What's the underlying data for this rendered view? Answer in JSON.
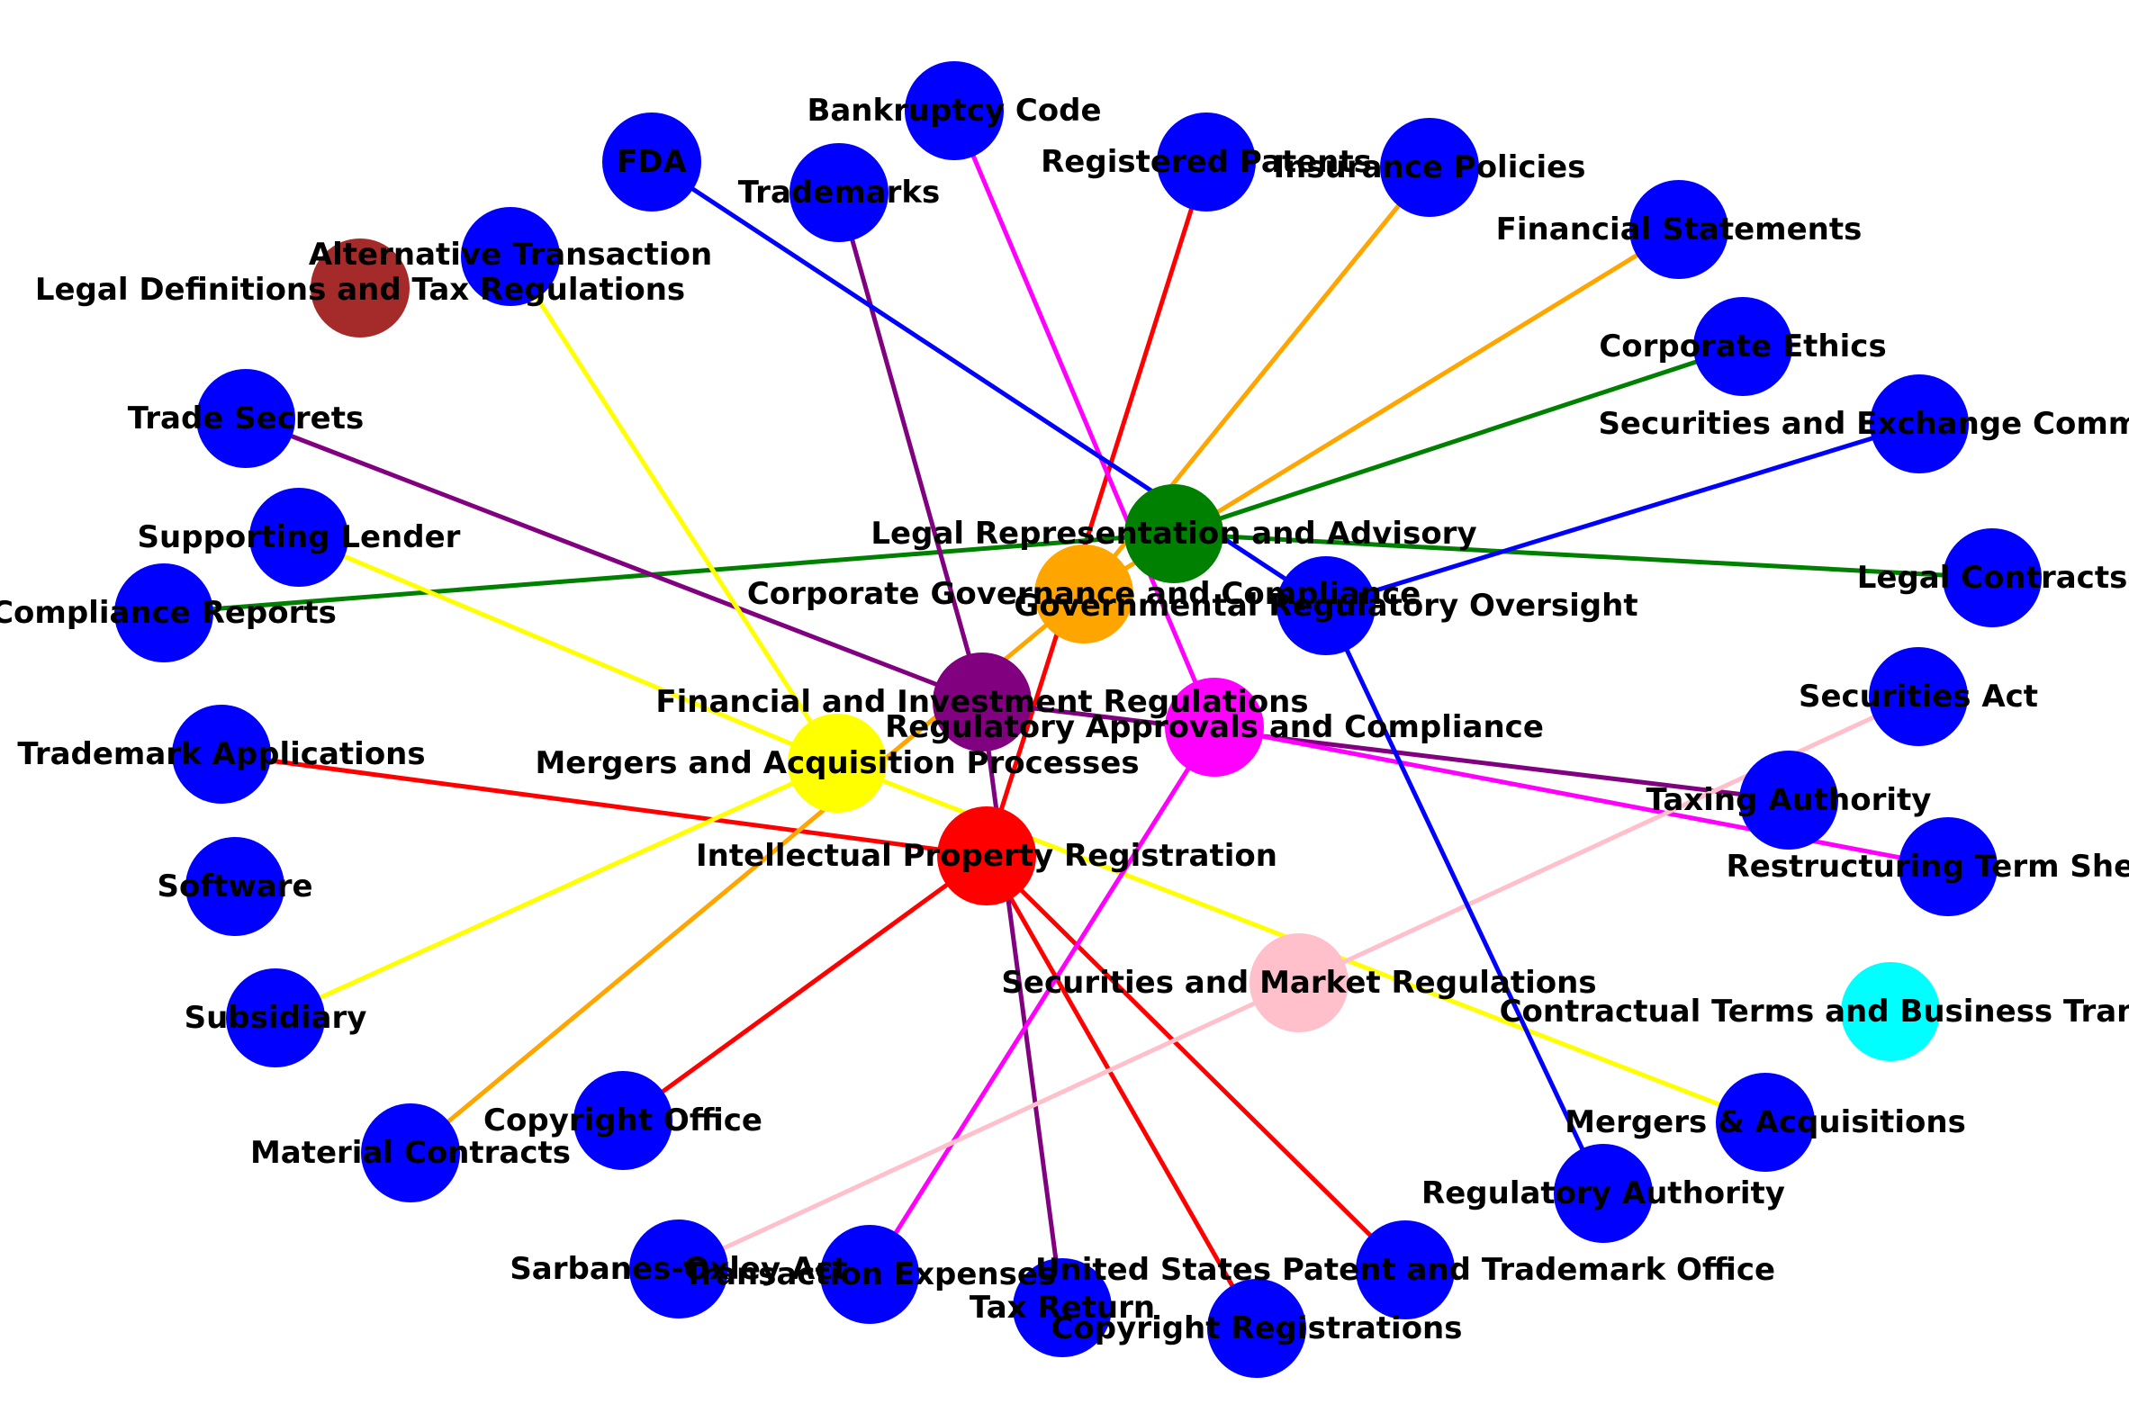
{
  "colors": {
    "red": "#ff0000",
    "green": "#008000",
    "orange": "#ffa500",
    "purple": "#800080",
    "yellow": "#ffff00",
    "magenta": "#ff00ff",
    "pink": "#ffc0cb",
    "blue": "#0000ff",
    "brown": "#a52a2a",
    "cyan": "#00ffff"
  },
  "nodes": [
    {
      "id": "ipr",
      "label": "Intellectual Property Registration",
      "color": "red"
    },
    {
      "id": "lra",
      "label": "Legal Representation and Advisory",
      "color": "green"
    },
    {
      "id": "cgc",
      "label": "Corporate Governance and Compliance",
      "color": "orange"
    },
    {
      "id": "fir",
      "label": "Financial and Investment Regulations",
      "color": "purple"
    },
    {
      "id": "maa",
      "label": "Mergers and Acquisition Processes",
      "color": "yellow"
    },
    {
      "id": "rac",
      "label": "Regulatory Approvals and Compliance",
      "color": "magenta"
    },
    {
      "id": "smr",
      "label": "Securities and Market Regulations",
      "color": "pink"
    },
    {
      "id": "gro",
      "label": "Governmental Regulatory Oversight",
      "color": "blue"
    },
    {
      "id": "ldt",
      "label": "Legal Definitions and Tax Regulations",
      "color": "brown"
    },
    {
      "id": "ctb",
      "label": "Contractual Terms and Business Transactions",
      "color": "cyan"
    },
    {
      "id": "fda",
      "label": "FDA",
      "color": "blue"
    },
    {
      "id": "bankruptcy",
      "label": "Bankruptcy Code",
      "color": "blue"
    },
    {
      "id": "trademarks",
      "label": "Trademarks",
      "color": "blue"
    },
    {
      "id": "patents",
      "label": "Registered Patents",
      "color": "blue"
    },
    {
      "id": "insurance",
      "label": "Insurance Policies",
      "color": "blue"
    },
    {
      "id": "finstat",
      "label": "Financial Statements",
      "color": "blue"
    },
    {
      "id": "ethics",
      "label": "Corporate Ethics",
      "color": "blue"
    },
    {
      "id": "sec",
      "label": "Securities and Exchange Commission",
      "color": "blue"
    },
    {
      "id": "legalcontracts",
      "label": "Legal Contracts",
      "color": "blue"
    },
    {
      "id": "alttrans",
      "label": "Alternative Transaction",
      "color": "blue"
    },
    {
      "id": "tradesecrets",
      "label": "Trade Secrets",
      "color": "blue"
    },
    {
      "id": "lender",
      "label": "Supporting Lender",
      "color": "blue"
    },
    {
      "id": "compliance",
      "label": "Compliance Reports",
      "color": "blue"
    },
    {
      "id": "tmapps",
      "label": "Trademark Applications",
      "color": "blue"
    },
    {
      "id": "software",
      "label": "Software",
      "color": "blue"
    },
    {
      "id": "subsidiary",
      "label": "Subsidiary",
      "color": "blue"
    },
    {
      "id": "material",
      "label": "Material Contracts",
      "color": "blue"
    },
    {
      "id": "copyoffice",
      "label": "Copyright Office",
      "color": "blue"
    },
    {
      "id": "sox",
      "label": "Sarbanes-Oxley Act",
      "color": "blue"
    },
    {
      "id": "transexp",
      "label": "Transaction Expenses",
      "color": "blue"
    },
    {
      "id": "taxreturn",
      "label": "Tax Return",
      "color": "blue"
    },
    {
      "id": "copyreg",
      "label": "Copyright Registrations",
      "color": "blue"
    },
    {
      "id": "uspto",
      "label": "United States Patent and Trademark Office",
      "color": "blue"
    },
    {
      "id": "regauth",
      "label": "Regulatory Authority",
      "color": "blue"
    },
    {
      "id": "ma",
      "label": "Mergers & Acquisitions",
      "color": "blue"
    },
    {
      "id": "taxauth",
      "label": "Taxing Authority",
      "color": "blue"
    },
    {
      "id": "restructuring",
      "label": "Restructuring Term Sheet",
      "color": "blue"
    },
    {
      "id": "secact",
      "label": "Securities Act",
      "color": "blue"
    }
  ],
  "edges": [
    {
      "source": "ipr",
      "target": "patents",
      "color": "red"
    },
    {
      "source": "ipr",
      "target": "tmapps",
      "color": "red"
    },
    {
      "source": "ipr",
      "target": "copyoffice",
      "color": "red"
    },
    {
      "source": "ipr",
      "target": "copyreg",
      "color": "red"
    },
    {
      "source": "ipr",
      "target": "uspto",
      "color": "red"
    },
    {
      "source": "lra",
      "target": "ethics",
      "color": "green"
    },
    {
      "source": "lra",
      "target": "legalcontracts",
      "color": "green"
    },
    {
      "source": "lra",
      "target": "compliance",
      "color": "green"
    },
    {
      "source": "cgc",
      "target": "insurance",
      "color": "orange"
    },
    {
      "source": "cgc",
      "target": "finstat",
      "color": "orange"
    },
    {
      "source": "cgc",
      "target": "material",
      "color": "orange"
    },
    {
      "source": "fir",
      "target": "trademarks",
      "color": "purple"
    },
    {
      "source": "fir",
      "target": "tradesecrets",
      "color": "purple"
    },
    {
      "source": "fir",
      "target": "taxreturn",
      "color": "purple"
    },
    {
      "source": "fir",
      "target": "taxauth",
      "color": "purple"
    },
    {
      "source": "maa",
      "target": "alttrans",
      "color": "yellow"
    },
    {
      "source": "maa",
      "target": "lender",
      "color": "yellow"
    },
    {
      "source": "maa",
      "target": "subsidiary",
      "color": "yellow"
    },
    {
      "source": "maa",
      "target": "ma",
      "color": "yellow"
    },
    {
      "source": "rac",
      "target": "bankruptcy",
      "color": "magenta"
    },
    {
      "source": "rac",
      "target": "restructuring",
      "color": "magenta"
    },
    {
      "source": "rac",
      "target": "transexp",
      "color": "magenta"
    },
    {
      "source": "smr",
      "target": "secact",
      "color": "pink"
    },
    {
      "source": "smr",
      "target": "sox",
      "color": "pink"
    },
    {
      "source": "gro",
      "target": "fda",
      "color": "blue"
    },
    {
      "source": "gro",
      "target": "sec",
      "color": "blue"
    },
    {
      "source": "gro",
      "target": "regauth",
      "color": "blue"
    }
  ]
}
